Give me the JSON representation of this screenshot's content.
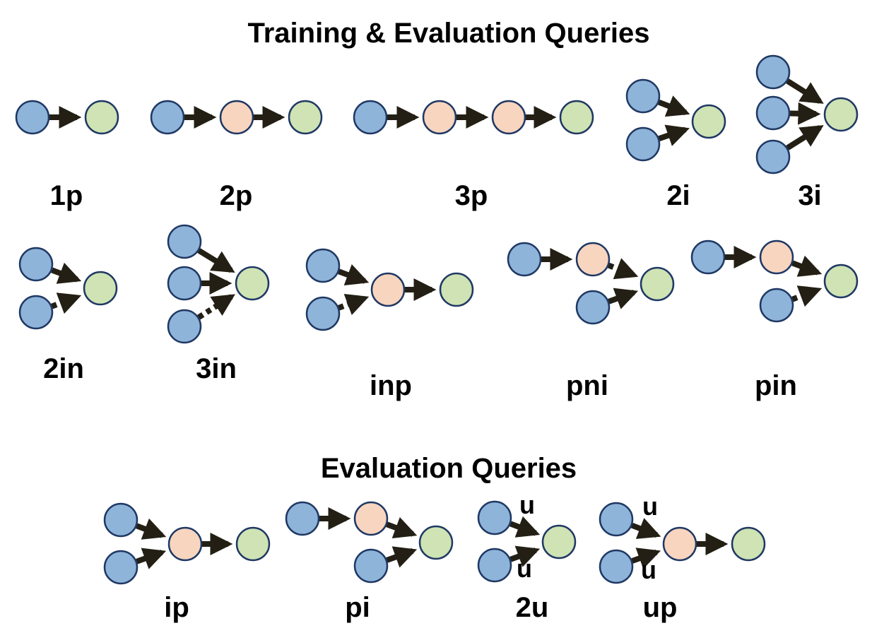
{
  "headings": {
    "training": "Training & Evaluation Queries",
    "evaluation": "Evaluation Queries"
  },
  "colors": {
    "anchor": "#8fb4d9",
    "variable": "#f8d5bf",
    "target": "#cfe3b4",
    "edge": "#231f14",
    "outline": "#1f3864"
  },
  "node_types": [
    "anchor",
    "variable",
    "target"
  ],
  "queries": [
    {
      "name": "1p",
      "label": "1p"
    },
    {
      "name": "2p",
      "label": "2p"
    },
    {
      "name": "3p",
      "label": "3p"
    },
    {
      "name": "2i",
      "label": "2i"
    },
    {
      "name": "3i",
      "label": "3i"
    },
    {
      "name": "2in",
      "label": "2in"
    },
    {
      "name": "3in",
      "label": "3in"
    },
    {
      "name": "inp",
      "label": "inp"
    },
    {
      "name": "pni",
      "label": "pni"
    },
    {
      "name": "pin",
      "label": "pin"
    },
    {
      "name": "ip",
      "label": "ip"
    },
    {
      "name": "pi",
      "label": "pi"
    },
    {
      "name": "2u",
      "label": "2u",
      "edge_marks": [
        "u",
        "u"
      ]
    },
    {
      "name": "up",
      "label": "up",
      "edge_marks": [
        "u",
        "u"
      ]
    }
  ]
}
